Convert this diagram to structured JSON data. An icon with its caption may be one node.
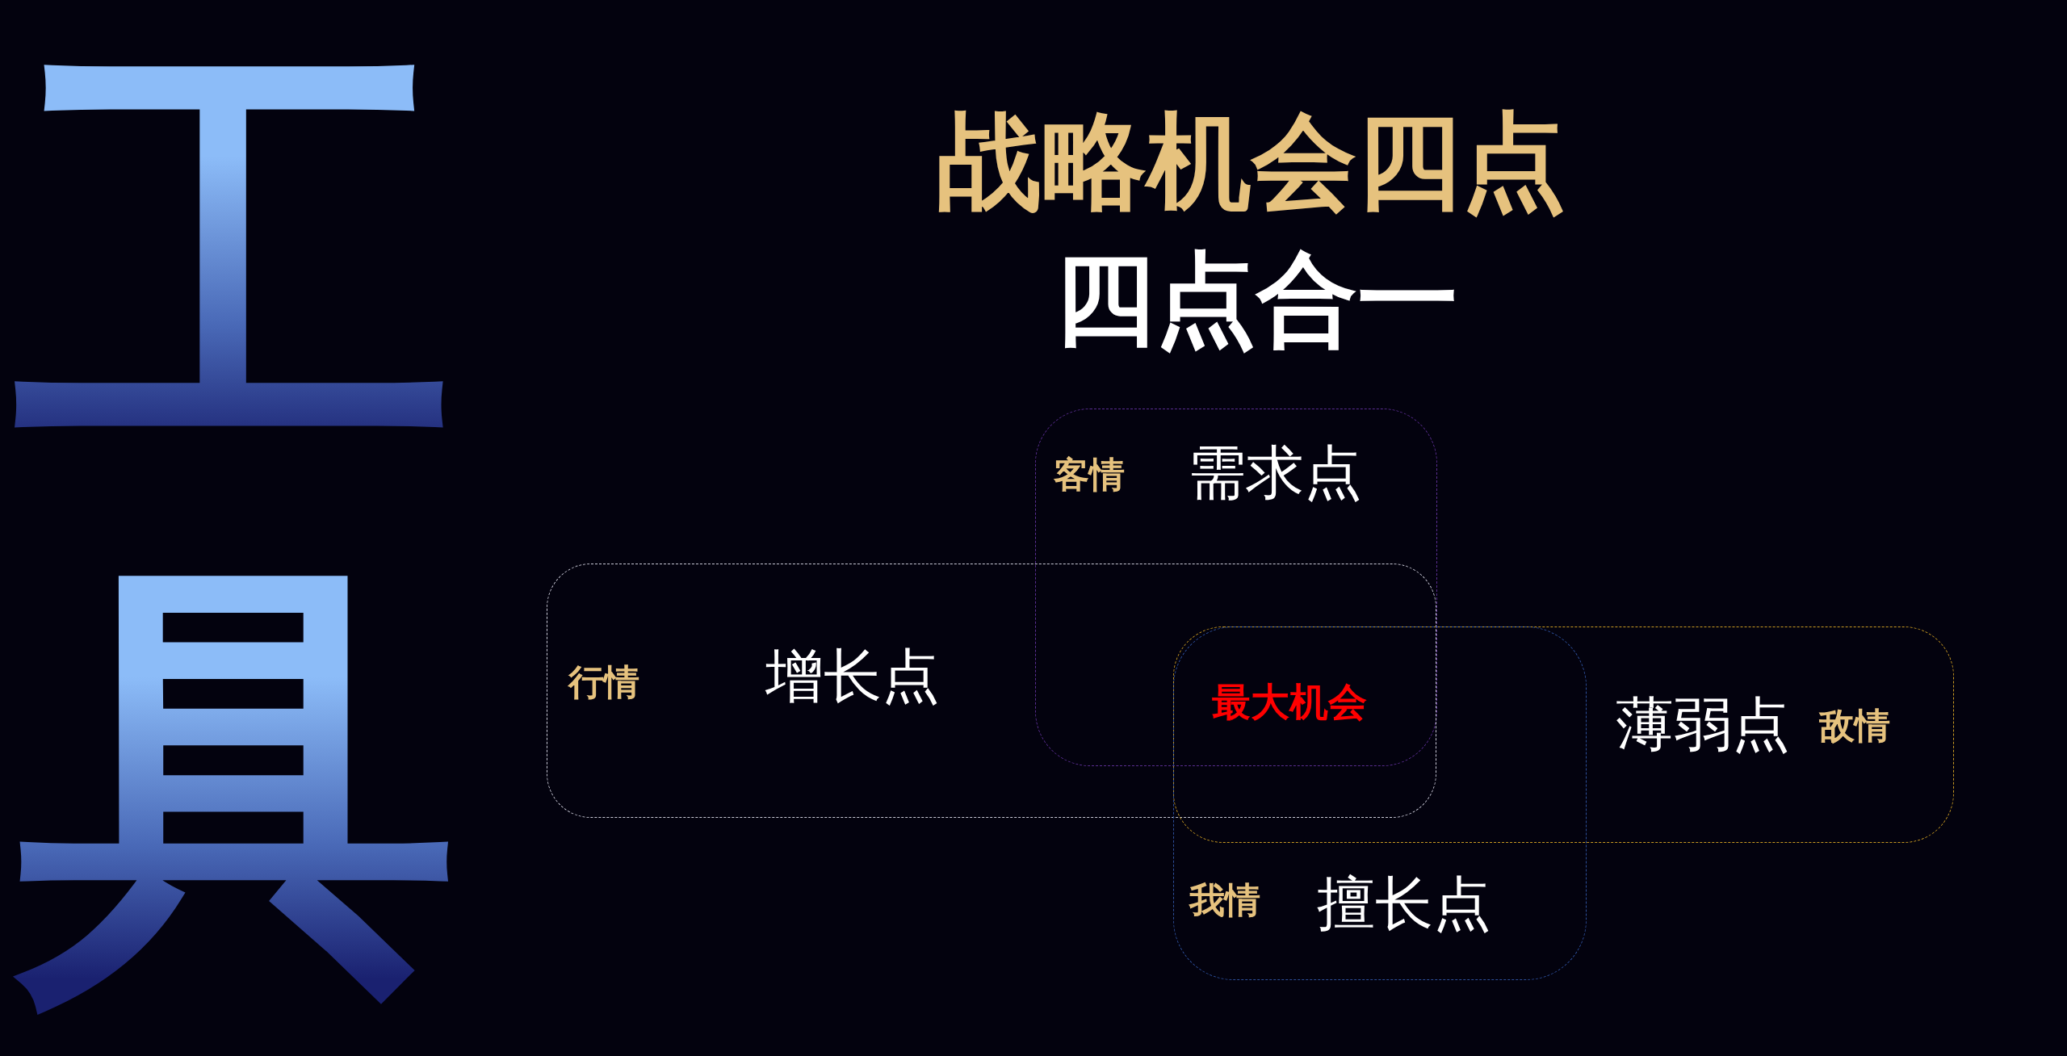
{
  "diagram": {
    "title": "战略机会四点",
    "nodes": [
      {
        "text": [
          "客情",
          "需求点"
        ]
      },
      {
        "text": [
          "行情",
          "增长点"
        ]
      },
      {
        "text": [
          "薄弱点",
          "敌情"
        ]
      },
      {
        "text": [
          "我情",
          "擅长点"
        ]
      }
    ],
    "labels": [
      "工具",
      "四点合一",
      "最大机会"
    ]
  }
}
